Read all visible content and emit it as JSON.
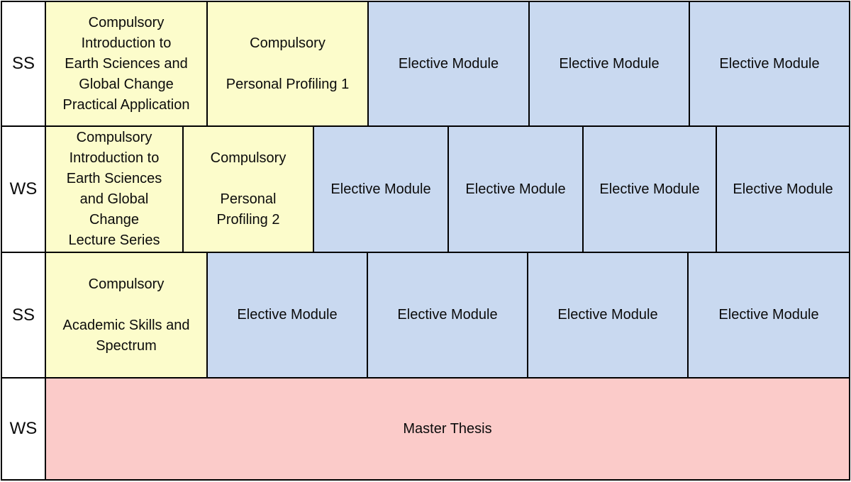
{
  "palette": {
    "compulsory": "#FCFCCB",
    "elective": "#C9D9F0",
    "thesis": "#FBCBC9",
    "semester_bg": "#FFFFFF",
    "border": "#000000",
    "text": "#0B0B0B"
  },
  "rows": [
    {
      "semester": "SS",
      "cells": [
        {
          "type": "compulsory",
          "text": "Compulsory\nIntroduction to\nEarth Sciences and\nGlobal Change\nPractical Application"
        },
        {
          "type": "compulsory",
          "text": "Compulsory\n\nPersonal Profiling 1"
        },
        {
          "type": "elective",
          "text": "Elective Module"
        },
        {
          "type": "elective",
          "text": "Elective Module"
        },
        {
          "type": "elective",
          "text": "Elective Module"
        }
      ]
    },
    {
      "semester": "WS",
      "cells": [
        {
          "type": "compulsory",
          "text": "Compulsory\nIntroduction to\nEarth Sciences\nand Global\nChange\nLecture Series"
        },
        {
          "type": "compulsory",
          "text": "Compulsory\n\nPersonal\nProfiling 2"
        },
        {
          "type": "elective",
          "text": "Elective Module"
        },
        {
          "type": "elective",
          "text": "Elective Module"
        },
        {
          "type": "elective",
          "text": "Elective Module"
        },
        {
          "type": "elective",
          "text": "Elective Module"
        }
      ]
    },
    {
      "semester": "SS",
      "cells": [
        {
          "type": "compulsory",
          "text": "Compulsory\n\nAcademic Skills and\nSpectrum"
        },
        {
          "type": "elective",
          "text": "Elective Module"
        },
        {
          "type": "elective",
          "text": "Elective Module"
        },
        {
          "type": "elective",
          "text": "Elective Module"
        },
        {
          "type": "elective",
          "text": "Elective Module"
        }
      ]
    },
    {
      "semester": "WS",
      "cells": [
        {
          "type": "thesis",
          "text": "Master Thesis"
        }
      ]
    }
  ]
}
